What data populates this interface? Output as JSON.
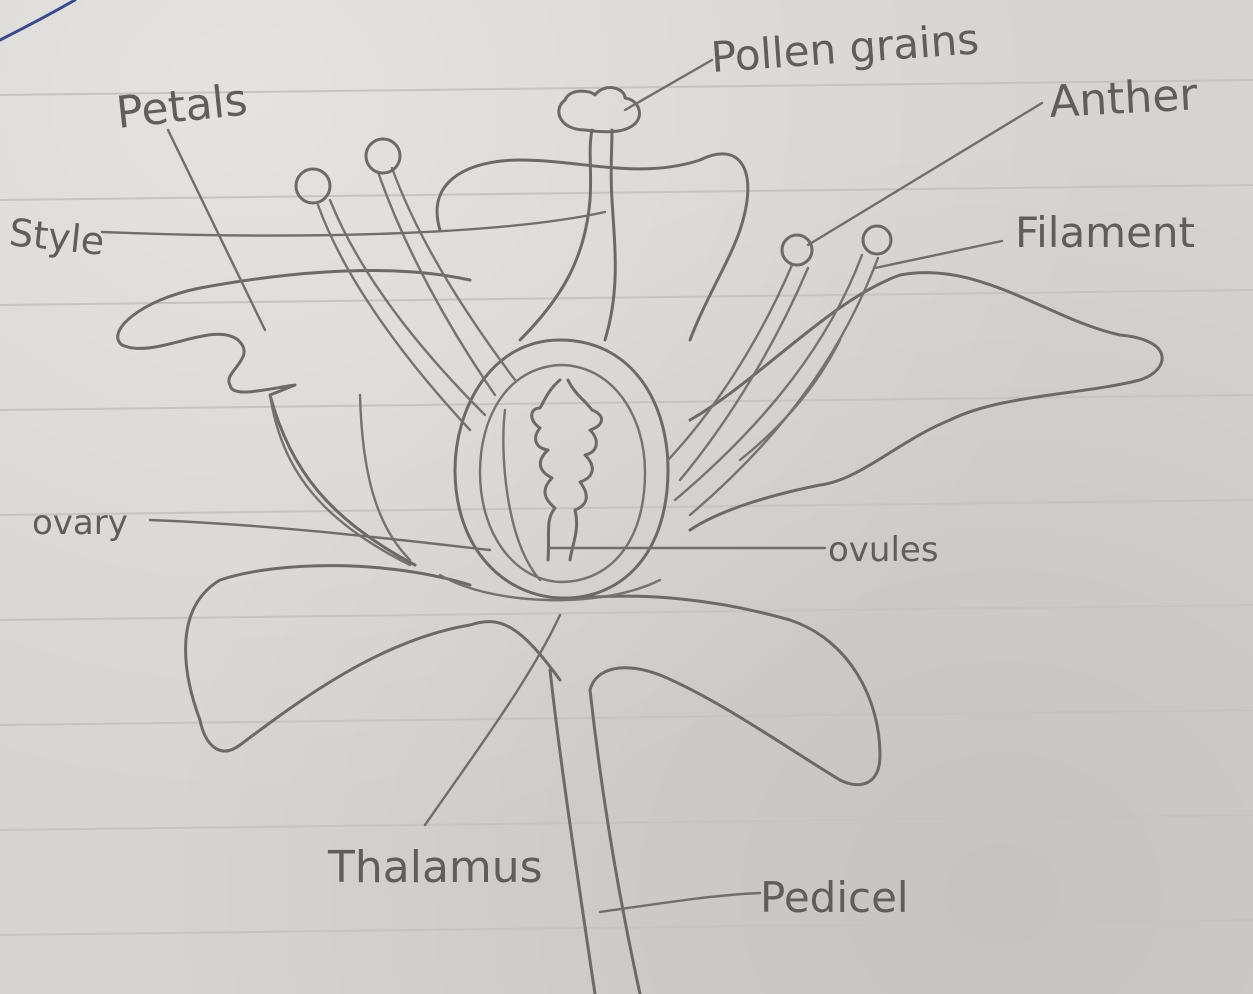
{
  "labels": {
    "pollen_grains": "Pollen grains",
    "anther": "Anther",
    "petals": "Petals",
    "style": "Style",
    "filament": "Filament",
    "ovary": "ovary",
    "ovules": "ovules",
    "thalamus": "Thalamus",
    "pedicel": "Pedicel"
  }
}
